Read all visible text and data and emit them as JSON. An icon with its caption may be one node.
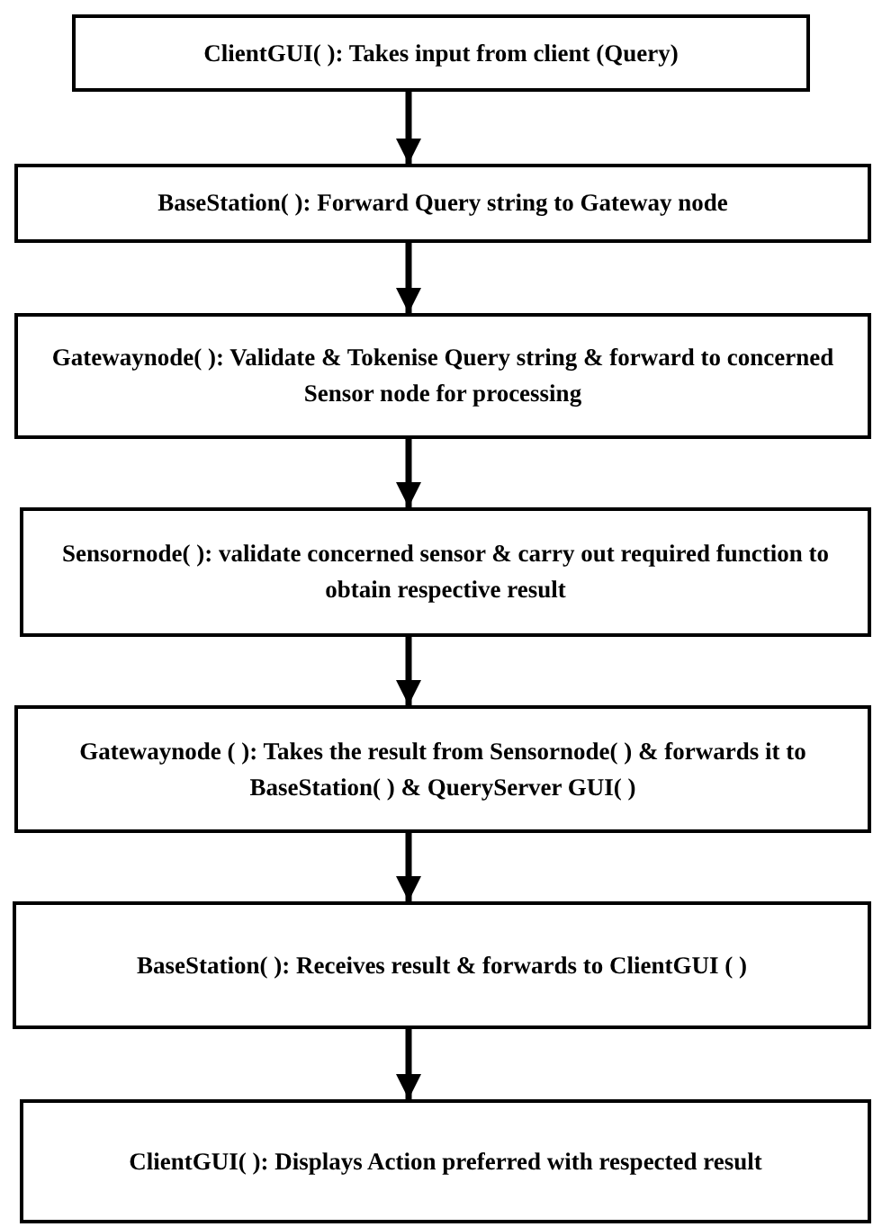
{
  "diagram": {
    "nodes": [
      {
        "text": [
          "ClientGUI( ): Takes input from client (Query)"
        ]
      },
      {
        "text": [
          "BaseStation( ): Forward Query string to Gateway node"
        ]
      },
      {
        "text": [
          "Gatewaynode( ): Validate & Tokenise Query string & forward to concerned Sensor node for processing"
        ]
      },
      {
        "text": [
          "Sensornode( ): validate concerned sensor & carry out required function to obtain respective result"
        ]
      },
      {
        "text": [
          "Gatewaynode ( ): Takes the result from Sensornode( ) & forwards it to BaseStation( ) & QueryServer GUI( )"
        ]
      },
      {
        "text": [
          "BaseStation( ): Receives result & forwards to ClientGUI ( )"
        ]
      },
      {
        "text": [
          "ClientGUI( ): Displays Action preferred with respected result"
        ]
      }
    ],
    "edges": [
      {
        "from": 0,
        "to": 1,
        "arrow": "to"
      },
      {
        "from": 1,
        "to": 2,
        "arrow": "to"
      },
      {
        "from": 2,
        "to": 3,
        "arrow": "to"
      },
      {
        "from": 3,
        "to": 4,
        "arrow": "to"
      },
      {
        "from": 4,
        "to": 5,
        "arrow": "to"
      },
      {
        "from": 5,
        "to": 6,
        "arrow": "to"
      }
    ]
  }
}
